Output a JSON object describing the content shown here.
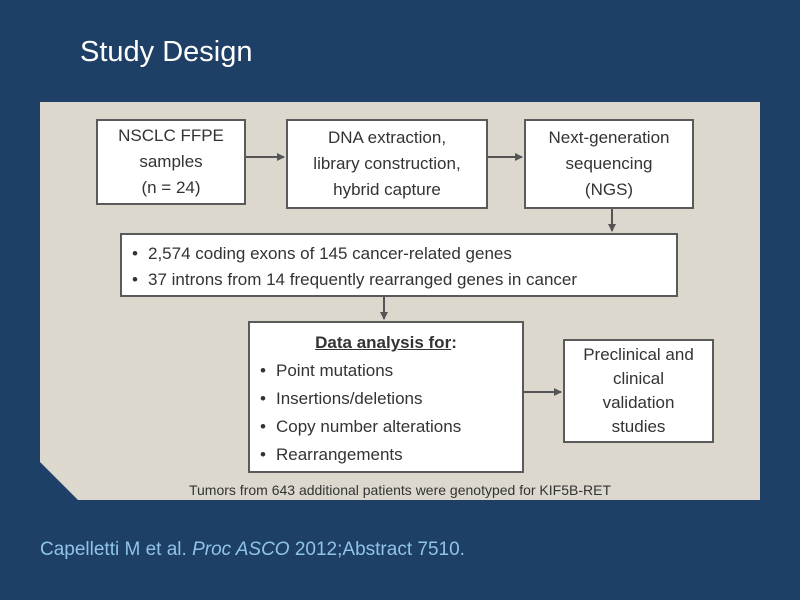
{
  "title": "Study Design",
  "boxes": {
    "samples": [
      "NSCLC FFPE",
      "samples",
      "(n = 24)"
    ],
    "dna": [
      "DNA extraction,",
      "library construction,",
      "hybrid capture"
    ],
    "ngs": [
      "Next-generation",
      "sequencing",
      "(NGS)"
    ],
    "coverage": [
      "2,574 coding exons of 145 cancer-related genes",
      "37 introns from 14 frequently rearranged genes in cancer"
    ],
    "analysis": {
      "heading": "Data analysis for",
      "items": [
        "Point mutations",
        "Insertions/deletions",
        "Copy number alterations",
        "Rearrangements"
      ]
    },
    "validation": [
      "Preclinical and",
      "clinical",
      "validation",
      "studies"
    ]
  },
  "footnote": "Tumors from 643 additional patients were genotyped for KIF5B-RET",
  "citation": {
    "authors": "Capelletti M et al.",
    "journal": "Proc ASCO",
    "ref": "2012;Abstract 7510."
  },
  "colors": {
    "background": "#1e3f66",
    "panel": "#dcd8ce",
    "box_border": "#5a5a5a",
    "citation": "#8fc4e8"
  }
}
